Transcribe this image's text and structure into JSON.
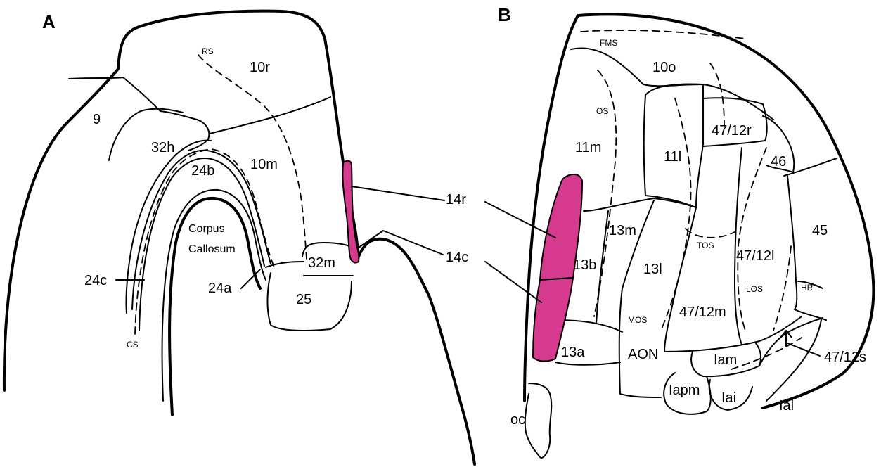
{
  "panels": {
    "a": "A",
    "b": "B"
  },
  "colors": {
    "area14": "#d63a8f",
    "stroke": "#000000",
    "background": "#ffffff"
  },
  "panel_a": {
    "areas": {
      "a9": "9",
      "a10r": "10r",
      "a10m": "10m",
      "a32h": "32h",
      "a24b": "24b",
      "a24c": "24c",
      "a24a": "24a",
      "a25": "25",
      "a32m": "32m"
    },
    "sulci": {
      "rs": "RS",
      "cs": "CS"
    },
    "structures": {
      "corpus": "Corpus",
      "callosum": "Callosum"
    }
  },
  "panel_b": {
    "areas": {
      "a10o": "10o",
      "a11m": "11m",
      "a11l": "11l",
      "a47_12r": "47/12r",
      "a46": "46",
      "a45": "45",
      "a13m": "13m",
      "a13b": "13b",
      "a13l": "13l",
      "a47_12l": "47/12l",
      "a47_12m": "47/12m",
      "a13a": "13a",
      "aon": "AON",
      "iam": "Iam",
      "iapm": "Iapm",
      "iai": "Iai",
      "ial": "Ial",
      "a47_12s": "47/12s",
      "oc": "oc"
    },
    "sulci": {
      "fms": "FMS",
      "os": "OS",
      "tos": "TOS",
      "los": "LOS",
      "mos": "MOS",
      "hr": "HR"
    }
  },
  "callouts": {
    "a14r": "14r",
    "a14c": "14c"
  }
}
